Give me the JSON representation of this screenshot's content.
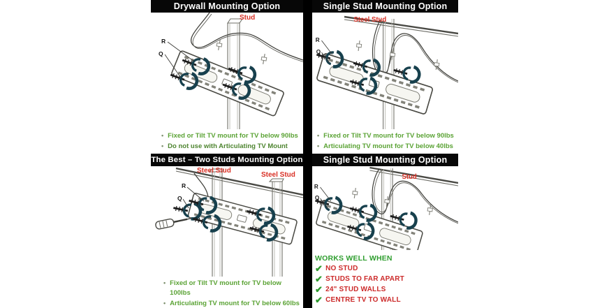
{
  "colors": {
    "title_bar_bg": "#070707",
    "title_text": "#ffffff",
    "bullet_green": "#5ba335",
    "bullet_green_dark": "#4e8530",
    "stud_label_red": "#d93025",
    "works_heading_green": "#2f9e2f",
    "works_item_red": "#cc2a2a",
    "check_green": "#2e9a2e",
    "line_dark": "#3e3e39"
  },
  "bullet_char": "•",
  "panels": {
    "drywall": {
      "title": "Drywall Mounting Option",
      "stud_label": "Stud",
      "part_labels": {
        "r": "R",
        "q": "Q"
      },
      "bullets": [
        "Fixed or Tilt TV mount for TV below 90lbs",
        "Do not use with Articulating TV Mount"
      ]
    },
    "single_stud_top": {
      "title": "Single Stud Mounting Option",
      "stud_label": "Steel Stud",
      "part_labels": {
        "r": "R",
        "q": "Q"
      },
      "bullets": [
        "Fixed or Tilt TV mount for TV below 90lbs",
        "Articulating TV mount for TV below 40lbs"
      ]
    },
    "two_studs": {
      "title": "The Best – Two  Studs Mounting Option",
      "stud_label_left": "Steel Stud",
      "stud_label_right": "Steel Stud",
      "part_labels": {
        "r": "R",
        "q": "Q"
      },
      "bullets": [
        "Fixed or Tilt TV mount for TV below 100lbs",
        "Articulating TV mount for TV below 60lbs"
      ]
    },
    "single_stud_bottom": {
      "title": "Single Stud Mounting Option",
      "stud_label": "Stud",
      "part_labels": {
        "r": "R",
        "q": "Q"
      },
      "works_well": {
        "heading": "WORKS WELL WHEN",
        "check_icon": "✔",
        "items": [
          "NO STUD",
          "STUDS TO FAR APART",
          "24\" STUD WALLS",
          "CENTRE TV TO WALL"
        ]
      }
    }
  }
}
